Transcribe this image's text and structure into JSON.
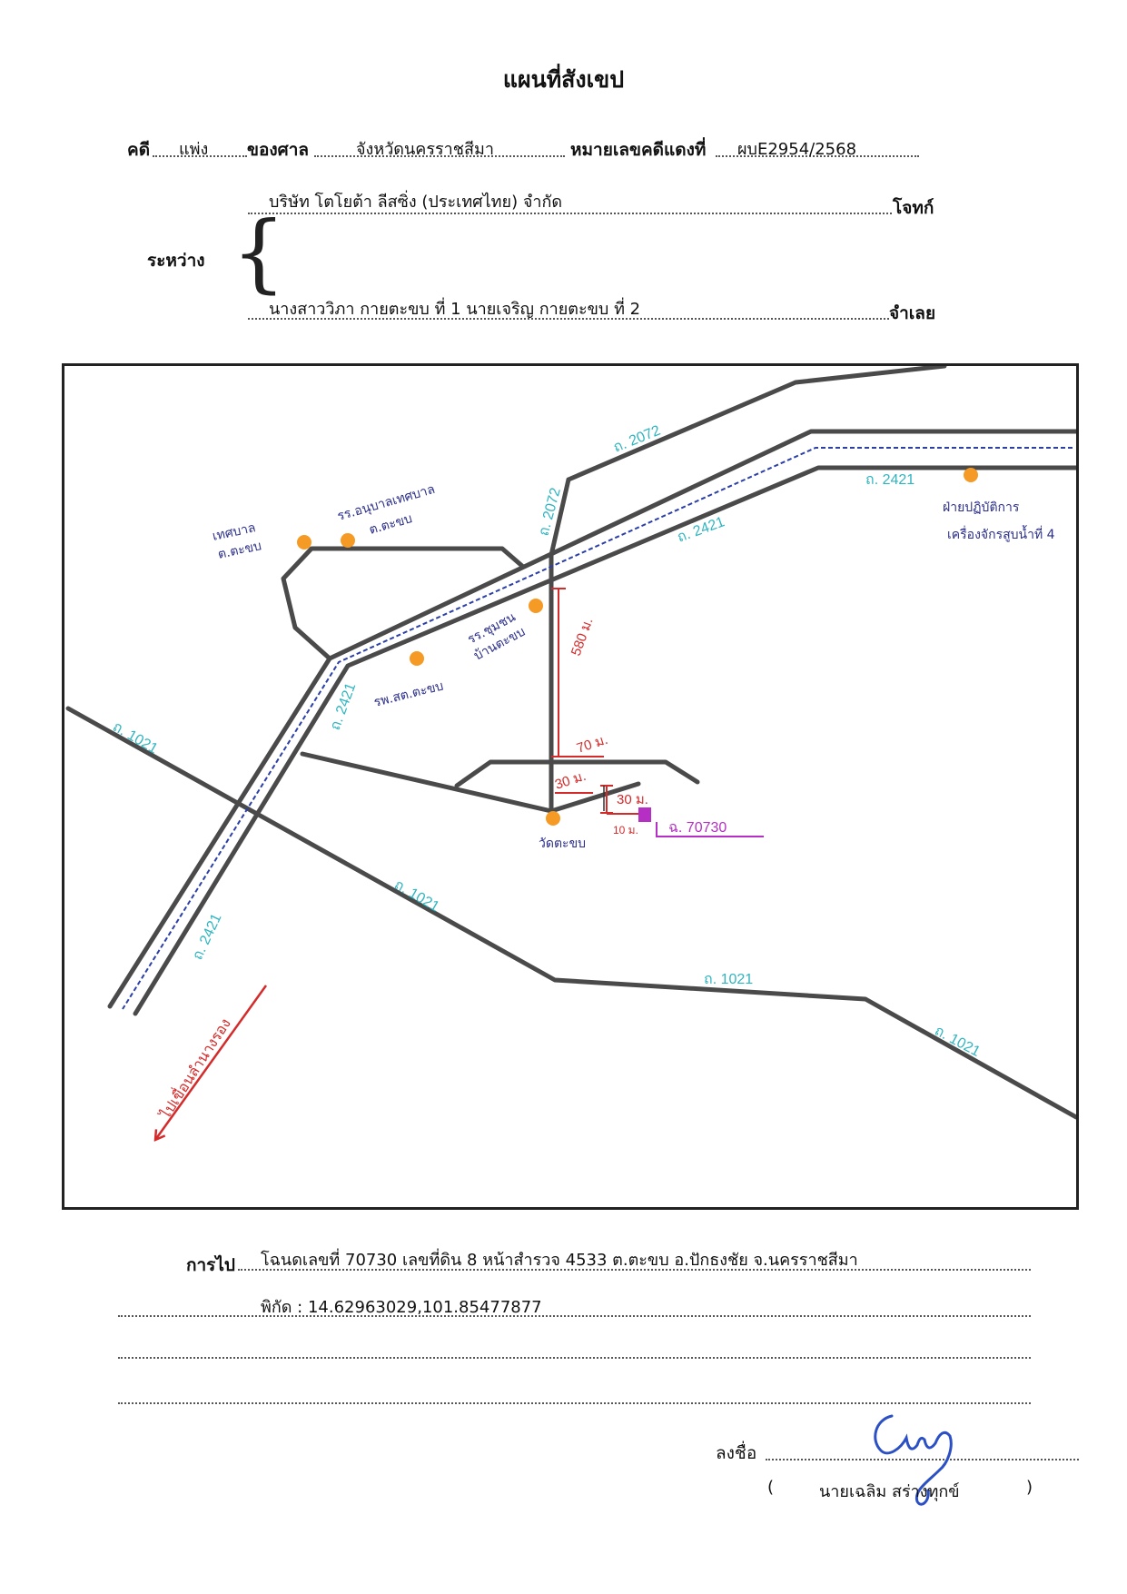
{
  "title": "แผนที่สังเขป",
  "header": {
    "case_label": "คดี",
    "case_type": "แพ่ง",
    "court_label": "ของศาล",
    "court_name": "จังหวัดนครราชสีมา",
    "red_no_label": "หมายเลขคดีแดงที่",
    "red_no": "ผบE2954/2568"
  },
  "parties": {
    "between_label": "ระหว่าง",
    "plaintiff": "บริษัท โตโยต้า ลีสซิ่ง (ประเทศไทย) จำกัด",
    "plaintiff_label": "โจทก์",
    "defendant": "นางสาววิภา กายตะขบ ที่ 1 นายเจริญ กายตะขบ ที่ 2",
    "defendant_label": "จำเลย"
  },
  "map": {
    "roads": {
      "r2072_top": "ถ. 2072",
      "r2072_vert": "ถ. 2072",
      "r2421_right": "ถ. 2421",
      "r2421_mid": "ถ. 2421",
      "r2421_leftup": "ถ. 2421",
      "r2421_leftdown": "ถ. 2421",
      "r1021_left": "ถ. 1021",
      "r1021_mid": "ถ. 1021",
      "r1021_lower": "ถ. 1021",
      "r1021_right": "ถ. 1021"
    },
    "places": {
      "municipality": [
        "เทศบาล",
        "ต.ตะขบ"
      ],
      "kindergarten": [
        "รร.อนุบาลเทศบาล",
        "ต.ตะขบ"
      ],
      "school": [
        "รร.ชุมชน",
        "บ้านตะขบ"
      ],
      "health_center": "รพ.สต.ตะขบ",
      "irrigation": [
        "ฝ่ายปฏิบัติการ",
        "เครื่องจักรสูบน้ำที่ 4"
      ],
      "temple": "วัดตะขบ"
    },
    "measurements": {
      "m580": "580 ม.",
      "m70": "70 ม.",
      "m30a": "30 ม.",
      "m30b": "30 ม.",
      "m10": "10 ม."
    },
    "parcel": "ฉ. 70730",
    "direction": "ไปเขื่อนลำนางรอง"
  },
  "route": {
    "label": "การไป",
    "line1": "โฉนดเลขที่ 70730  เลขที่ดิน 8 หน้าสำรวจ 4533 ต.ตะขบ  อ.ปักธงชัย  จ.นครราชสีมา",
    "line2": "พิกัด : 14.62963029,101.85477877"
  },
  "signature": {
    "label": "ลงชื่อ",
    "open_paren": "(",
    "name": "นายเฉลิม  สร่างทุกข์",
    "close_paren": ")"
  },
  "colors": {
    "road": "#4a4a4a",
    "river": "#2b3fa8",
    "road_label": "#2fb5c0",
    "place_label": "#2b2f8a",
    "measure": "#d42a2a",
    "marker": "#f59a24",
    "parcel": "#b52fc4",
    "signature": "#2b4fc4"
  }
}
